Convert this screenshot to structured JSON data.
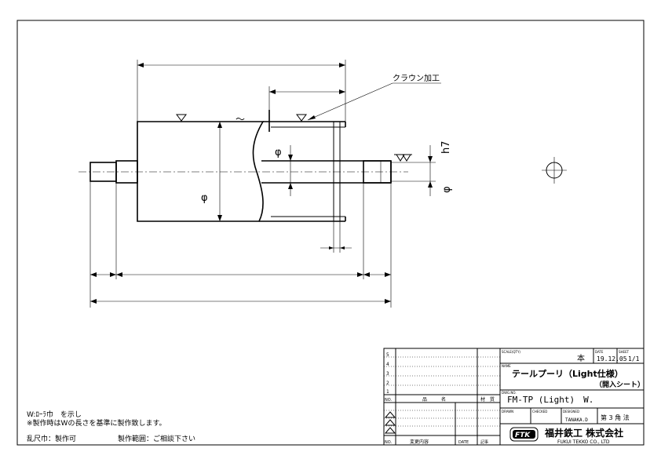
{
  "drawing": {
    "crown_note": "クラウン加工",
    "tilde": "～",
    "phi": "φ",
    "tol": "h7"
  },
  "notes": {
    "line1": "W:ﾛｰﾗ巾　を示し",
    "line2": "※製作時はWの長さを基準に製作致します。",
    "line3_a": "乱尺巾：製作可",
    "line3_b": "製作範囲：ご相談下さい"
  },
  "revision_block": {
    "row_labels": [
      "5",
      "4",
      "3",
      "2",
      "1"
    ],
    "header": [
      "NO.",
      "品　　　名",
      "材　質"
    ],
    "footer": [
      "NO.",
      "変更内容",
      "DATE",
      "記事"
    ]
  },
  "title_block": {
    "quantity_label": "SCALE(QTY)",
    "quantity_value": "本",
    "date_label": "DATE",
    "date_value": "19.12.05",
    "sheet_label": "SHEET",
    "sheet_value": "1/1",
    "name_label": "NAME",
    "title_line1": "テールプーリ（Light仕様）",
    "title_line2": "（開入シート）",
    "drawing_no_label": "DWG.NO.",
    "drawing_no": "FM-TP (Light)　W.",
    "drawn_label": "DRAWN",
    "checked_label": "CHECKED",
    "designer_label": "DESIGNED",
    "designer": "TANAKA.D",
    "projection": "第 3 角 法",
    "logo": "FTK",
    "company": "福井鉄工 株式会社",
    "company_en": "FUKUI TEKKO CO., LTD"
  }
}
